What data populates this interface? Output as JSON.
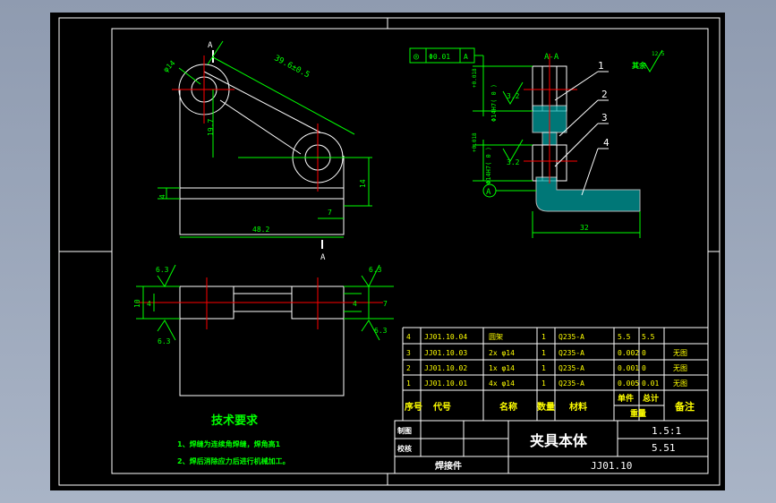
{
  "colors": {
    "background": "#000000",
    "outline": "#ffffff",
    "dimension": "#00ff00",
    "centerline": "#ff0000",
    "table_text": "#ffff00",
    "title_text": "#ffffff",
    "hatch": "#00ffff"
  },
  "labels": {
    "section_a_top": "A",
    "section_a_bottom": "A",
    "section_title": "A-A",
    "balloons": [
      "1",
      "2",
      "3",
      "4"
    ],
    "datum_a": "A",
    "rest_roughness_label": "其余",
    "rest_roughness_value": "12.5",
    "tolerance_frame_symbol": "◎",
    "tolerance_frame_value": "Φ0.01",
    "tolerance_frame_datum": "A"
  },
  "dimensions": {
    "phi14": "φ14",
    "center_distance": "39.6±0.5",
    "vertical_offset": "19.7",
    "height_14": "14",
    "thickness_4": "4",
    "width_7": "7",
    "overall_48": "48.2",
    "section_bore_upper": "Φ14H7( 0 )",
    "section_bore_upper_tol": "+0.018",
    "section_bore_lower": "Φ14H7( 0 )",
    "section_bore_lower_tol": "+0.018",
    "roughness_32a": "3.2",
    "roughness_32b": "3.2",
    "section_width_32": "32",
    "bottom_roughness_1": "6.3",
    "bottom_roughness_2": "6.3",
    "bottom_roughness_3": "6.3",
    "bottom_roughness_4": "6.3",
    "bottom_dim_10": "10",
    "bottom_dim_4": "4",
    "bottom_dim_4b": "4",
    "bottom_dim_7": "7"
  },
  "tech_requirements": {
    "title": "技术要求",
    "items": [
      "1、焊缝为连续角焊缝，焊角高1",
      "2、焊后消除应力后进行机械加工。"
    ]
  },
  "parts_table": {
    "rows": [
      {
        "no": "4",
        "code": "JJ01.10.04",
        "name": "圆架",
        "qty": "1",
        "material": "Q235-A",
        "unit_weight": "5.5",
        "total_weight": "5.5",
        "note": ""
      },
      {
        "no": "3",
        "code": "JJ01.10.03",
        "name": "2x φ14",
        "qty": "1",
        "material": "Q235-A",
        "unit_weight": "0.002",
        "total_weight": "0",
        "note": "无图"
      },
      {
        "no": "2",
        "code": "JJ01.10.02",
        "name": "1x φ14",
        "qty": "1",
        "material": "Q235-A",
        "unit_weight": "0.001",
        "total_weight": "0",
        "note": "无图"
      },
      {
        "no": "1",
        "code": "JJ01.10.01",
        "name": "4x φ14",
        "qty": "1",
        "material": "Q235-A",
        "unit_weight": "0.005",
        "total_weight": "0.01",
        "note": "无图"
      }
    ],
    "headers": {
      "no": "序号",
      "code": "代号",
      "name": "名称",
      "qty": "数量",
      "material": "材料",
      "unit": "单件",
      "total": "总计",
      "weight": "重量",
      "note": "备注"
    }
  },
  "title_block": {
    "drawn": "制图",
    "checked": "校核",
    "part_name": "夹具本体",
    "scale": "1.5:1",
    "weight": "5.51",
    "drawing_type": "焊接件",
    "drawing_no": "JJ01.10"
  }
}
